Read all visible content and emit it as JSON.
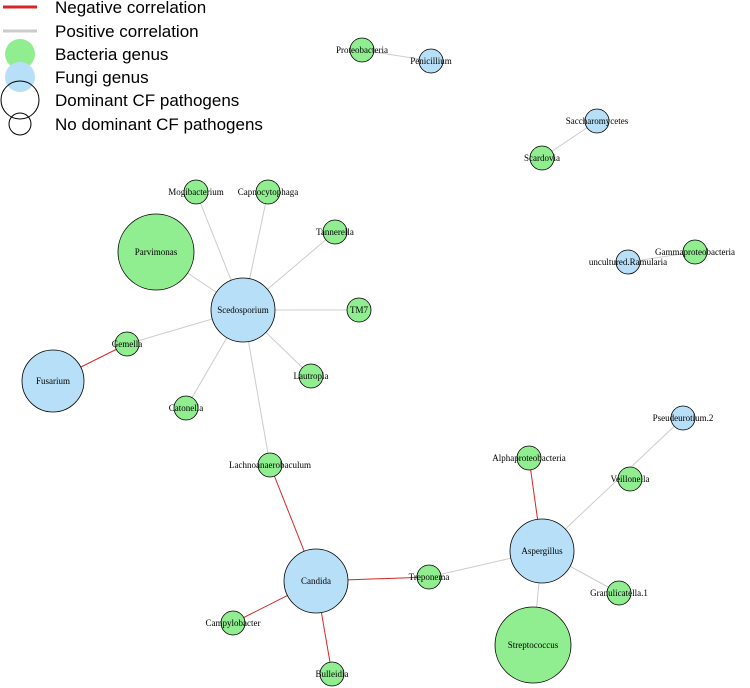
{
  "legend": {
    "items": [
      {
        "key": "neg",
        "label": "Negative correlation",
        "kind": "line",
        "color": "#d62728"
      },
      {
        "key": "pos",
        "label": "Positive correlation",
        "kind": "line",
        "color": "#cccccc"
      },
      {
        "key": "bac",
        "label": "Bacteria genus",
        "kind": "dot",
        "color": "#90ee90"
      },
      {
        "key": "fun",
        "label": "Fungi genus",
        "kind": "dot",
        "color": "#b8dff8"
      },
      {
        "key": "dom",
        "label": "Dominant CF pathogens",
        "kind": "ring-large"
      },
      {
        "key": "nodom",
        "label": "No dominant CF pathogens",
        "kind": "ring-small"
      }
    ]
  },
  "colors": {
    "bacteria": "#90ee90",
    "fungi": "#b8dff8",
    "negative_edge": "#d62728",
    "positive_edge": "#cccccc",
    "node_stroke": "#000000"
  },
  "nodes": [
    {
      "id": "proteobacteria",
      "label": "Proteobacteria",
      "type": "bacteria",
      "dominant": false
    },
    {
      "id": "penicillium",
      "label": "Penicillium",
      "type": "fungi",
      "dominant": false
    },
    {
      "id": "saccharomycetes",
      "label": "Saccharomycetes",
      "type": "fungi",
      "dominant": false
    },
    {
      "id": "scardovia",
      "label": "Scardovia",
      "type": "bacteria",
      "dominant": false
    },
    {
      "id": "gammaproteobacteria",
      "label": "Gammaproteobacteria",
      "type": "bacteria",
      "dominant": false
    },
    {
      "id": "ramularia",
      "label": "uncultured.Ramularia",
      "type": "fungi",
      "dominant": false
    },
    {
      "id": "mogibacterium",
      "label": "Mogibacterium",
      "type": "bacteria",
      "dominant": false
    },
    {
      "id": "capnocytophaga",
      "label": "Capnocytophaga",
      "type": "bacteria",
      "dominant": false
    },
    {
      "id": "tannerella",
      "label": "Tannerella",
      "type": "bacteria",
      "dominant": false
    },
    {
      "id": "parvimonas",
      "label": "Parvimonas",
      "type": "bacteria",
      "dominant": true
    },
    {
      "id": "scedosporium",
      "label": "Scedosporium",
      "type": "fungi",
      "dominant": true
    },
    {
      "id": "tm7",
      "label": "TM7",
      "type": "bacteria",
      "dominant": false
    },
    {
      "id": "gemella",
      "label": "Gemella",
      "type": "bacteria",
      "dominant": false
    },
    {
      "id": "fusarium",
      "label": "Fusarium",
      "type": "fungi",
      "dominant": true
    },
    {
      "id": "lautropia",
      "label": "Lautropia",
      "type": "bacteria",
      "dominant": false
    },
    {
      "id": "catonella",
      "label": "Catonella",
      "type": "bacteria",
      "dominant": false
    },
    {
      "id": "lachnoanaerobaculum",
      "label": "Lachnoanaerobaculum",
      "type": "bacteria",
      "dominant": false
    },
    {
      "id": "pseudeurotium",
      "label": "Pseudeurotium.2",
      "type": "fungi",
      "dominant": false
    },
    {
      "id": "alphaproteobacteria",
      "label": "Alphaproteobacteria",
      "type": "bacteria",
      "dominant": false
    },
    {
      "id": "veillonella",
      "label": "Veillonella",
      "type": "bacteria",
      "dominant": false
    },
    {
      "id": "aspergillus",
      "label": "Aspergillus",
      "type": "fungi",
      "dominant": true
    },
    {
      "id": "candida",
      "label": "Candida",
      "type": "fungi",
      "dominant": true
    },
    {
      "id": "treponema",
      "label": "Treponema",
      "type": "bacteria",
      "dominant": false
    },
    {
      "id": "granulicatella",
      "label": "Granulicatella.1",
      "type": "bacteria",
      "dominant": false
    },
    {
      "id": "campylobacter",
      "label": "Campylobacter",
      "type": "bacteria",
      "dominant": false
    },
    {
      "id": "streptococcus",
      "label": "Streptococcus",
      "type": "bacteria",
      "dominant": true
    },
    {
      "id": "bulleidia",
      "label": "Bulleidia",
      "type": "bacteria",
      "dominant": false
    }
  ],
  "edges": [
    {
      "source": "proteobacteria",
      "target": "penicillium",
      "sign": "positive"
    },
    {
      "source": "saccharomycetes",
      "target": "scardovia",
      "sign": "positive"
    },
    {
      "source": "ramularia",
      "target": "gammaproteobacteria",
      "sign": "positive"
    },
    {
      "source": "scedosporium",
      "target": "mogibacterium",
      "sign": "positive"
    },
    {
      "source": "scedosporium",
      "target": "capnocytophaga",
      "sign": "positive"
    },
    {
      "source": "scedosporium",
      "target": "tannerella",
      "sign": "positive"
    },
    {
      "source": "scedosporium",
      "target": "parvimonas",
      "sign": "positive"
    },
    {
      "source": "scedosporium",
      "target": "tm7",
      "sign": "positive"
    },
    {
      "source": "scedosporium",
      "target": "gemella",
      "sign": "positive"
    },
    {
      "source": "scedosporium",
      "target": "lautropia",
      "sign": "positive"
    },
    {
      "source": "scedosporium",
      "target": "catonella",
      "sign": "positive"
    },
    {
      "source": "scedosporium",
      "target": "lachnoanaerobaculum",
      "sign": "positive"
    },
    {
      "source": "gemella",
      "target": "fusarium",
      "sign": "negative"
    },
    {
      "source": "lachnoanaerobaculum",
      "target": "candida",
      "sign": "negative"
    },
    {
      "source": "candida",
      "target": "treponema",
      "sign": "negative"
    },
    {
      "source": "candida",
      "target": "campylobacter",
      "sign": "negative"
    },
    {
      "source": "candida",
      "target": "bulleidia",
      "sign": "negative"
    },
    {
      "source": "treponema",
      "target": "aspergillus",
      "sign": "positive"
    },
    {
      "source": "aspergillus",
      "target": "alphaproteobacteria",
      "sign": "negative"
    },
    {
      "source": "aspergillus",
      "target": "pseudeurotium",
      "sign": "positive"
    },
    {
      "source": "aspergillus",
      "target": "granulicatella",
      "sign": "positive"
    },
    {
      "source": "aspergillus",
      "target": "streptococcus",
      "sign": "positive"
    }
  ]
}
